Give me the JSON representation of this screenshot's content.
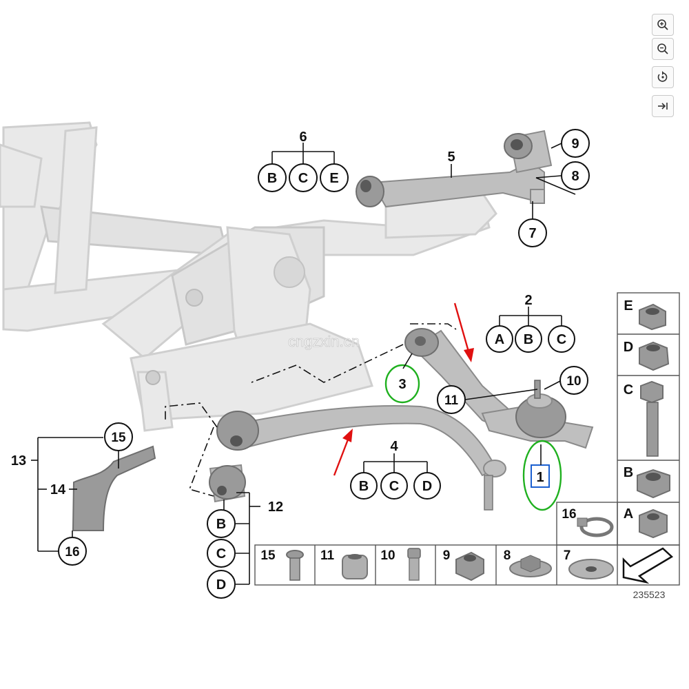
{
  "watermark": "cngzxin.cn",
  "figure_number": "235523",
  "callouts": {
    "c1": "1",
    "c2": "2",
    "c3": "3",
    "c4": "4",
    "c5": "5",
    "c6": "6",
    "c7": "7",
    "c8": "8",
    "c9": "9",
    "c10": "10",
    "c11": "11",
    "c12": "12",
    "c13": "13",
    "c14": "14",
    "c15": "15",
    "c16": "16"
  },
  "variants": {
    "part6": [
      "B",
      "C",
      "E"
    ],
    "part2": [
      "A",
      "B",
      "C"
    ],
    "part4": [
      "B",
      "C",
      "D"
    ],
    "part12": [
      "B",
      "C",
      "D"
    ]
  },
  "hardware_table": {
    "right_column": [
      "E",
      "D",
      "C",
      "B",
      "A"
    ],
    "bottom_row": [
      "15",
      "11",
      "10",
      "9",
      "8",
      "7"
    ],
    "extra_cell": "16"
  },
  "highlight_colors": {
    "arrow": "#e01010",
    "ring": "#1fb01f",
    "box": "#1a5fd0"
  },
  "toolbar": {
    "zoom_in_icon": "zoom-in-icon",
    "zoom_out_icon": "zoom-out-icon",
    "reset_icon": "reset-icon",
    "collapse_icon": "collapse-panel-icon"
  }
}
